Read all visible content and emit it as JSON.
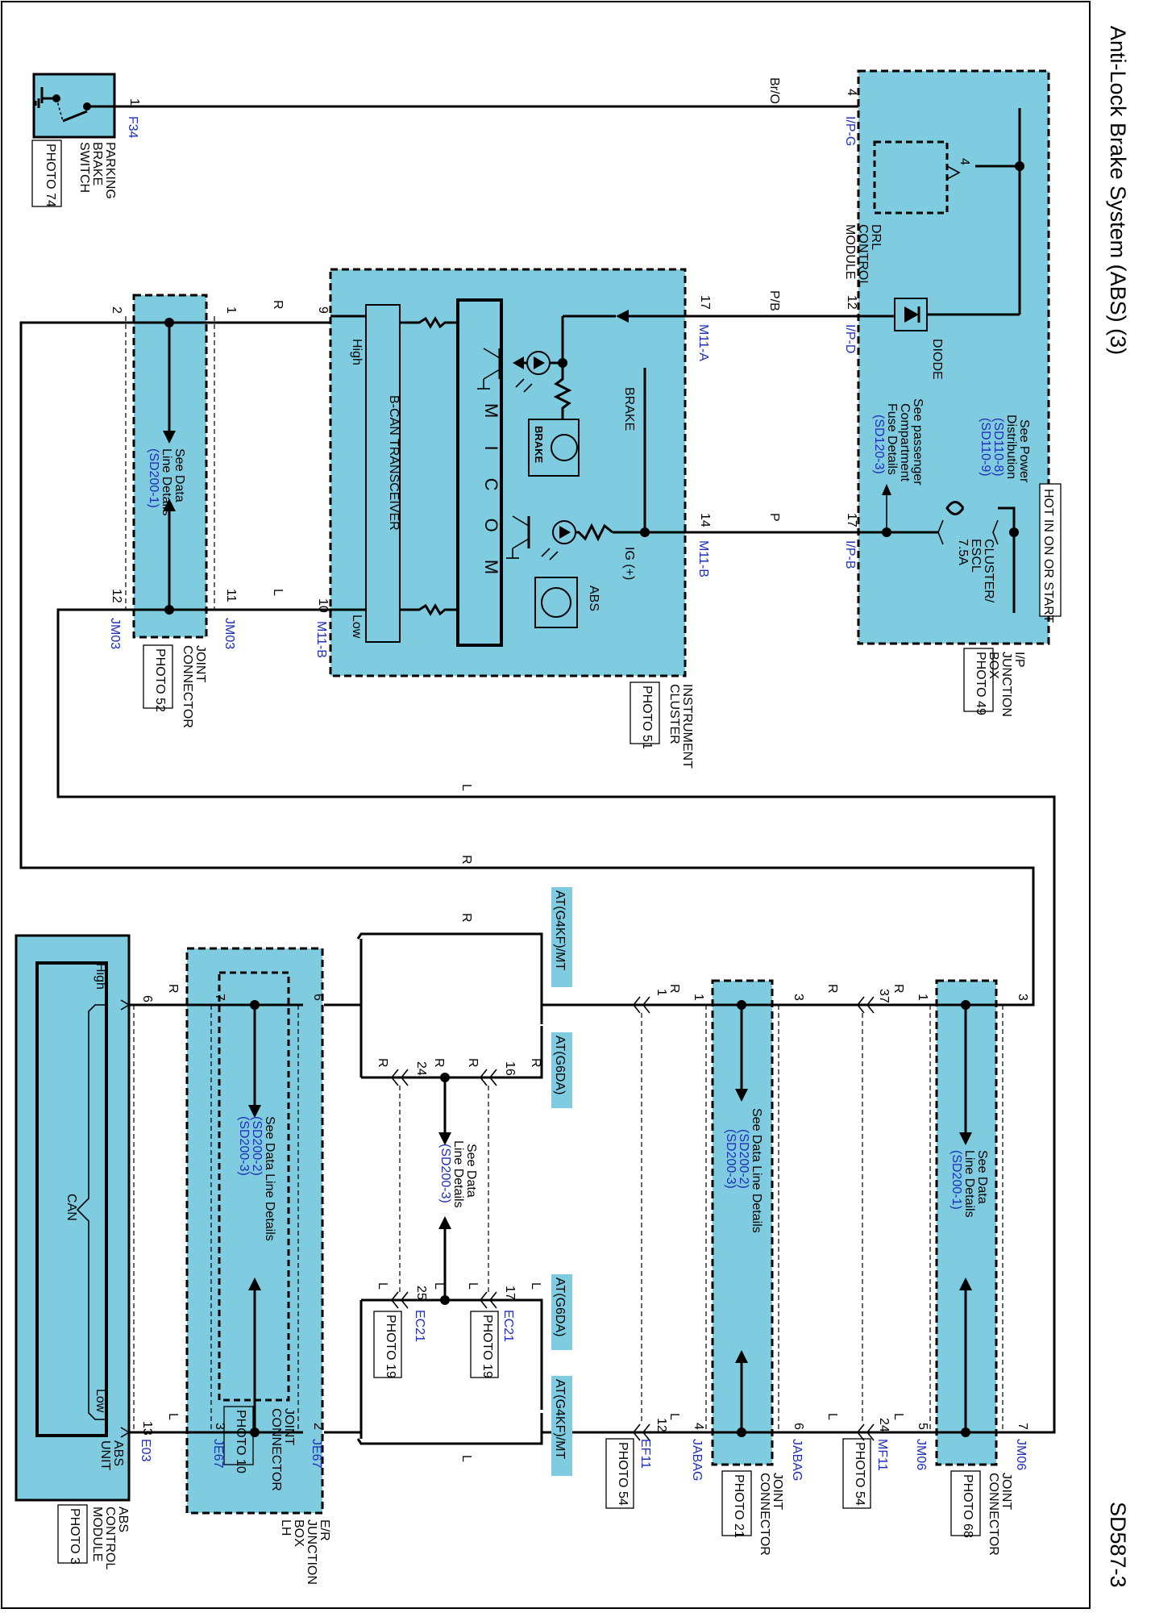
{
  "header": {
    "title": "Anti-Lock Brake System (ABS) (3)",
    "page_code": "SD587-3"
  },
  "components": {
    "parking_brake_switch": {
      "label_lines": [
        "PARKING",
        "BRAKE",
        "SWITCH"
      ],
      "photo": "PHOTO 74",
      "pin": "1",
      "connector": "F34"
    },
    "ip_junction_box": {
      "label_lines": [
        "I/P",
        "JUNCTION",
        "BOX"
      ],
      "photo": "PHOTO 49",
      "hot_label": "HOT IN ON OR START",
      "fuse_label_lines": [
        "CLUSTER/",
        "ESCL",
        "7.5A"
      ],
      "power_dist_lines": [
        "See Power",
        "Distribution"
      ],
      "power_dist_links": [
        "(SD110-8)",
        "(SD110-9)"
      ],
      "fuse_details_lines": [
        "See passenger",
        "Compartment",
        "Fuse Details"
      ],
      "fuse_details_link": "(SD120-3)",
      "diode_label": "DIODE",
      "drl_label_lines": [
        "DRL",
        "CONTROL",
        "MODULE"
      ],
      "drl_pin": "4",
      "pins": [
        {
          "pin": "4",
          "connector": "I/P-G"
        },
        {
          "pin": "12",
          "connector": "I/P-D"
        },
        {
          "pin": "17",
          "connector": "I/P-B"
        }
      ]
    },
    "instrument_cluster": {
      "label_lines": [
        "INSTRUMENT",
        "CLUSTER"
      ],
      "photo": "PHOTO 51",
      "brake_label": "BRAKE",
      "brake_icon_label": "BRAKE",
      "abs_label": "ABS",
      "ig_label": "IG (+)",
      "micom_label": "M I C O M",
      "transceiver_label": "B-CAN TRANSCEIVER",
      "high_label": "High",
      "low_label": "Low",
      "pins": [
        {
          "pin": "17",
          "connector": "M11-A"
        },
        {
          "pin": "14",
          "connector": "M11-B"
        },
        {
          "pin": "9",
          "connector": ""
        },
        {
          "pin": "10",
          "connector": "M11-B"
        }
      ]
    },
    "joint_connector_jm03": {
      "label_lines": [
        "JOINT",
        "CONNECTOR"
      ],
      "photo": "PHOTO 52",
      "see_lines": [
        "See Data",
        "Line Details"
      ],
      "see_link": "(SD200-1)",
      "pins": [
        {
          "pin": "2",
          "connector": ""
        },
        {
          "pin": "1",
          "connector": ""
        },
        {
          "pin": "12",
          "connector": "JM03"
        },
        {
          "pin": "11",
          "connector": "JM03"
        }
      ]
    },
    "joint_connector_jm06": {
      "label_lines": [
        "JOINT",
        "CONNECTOR"
      ],
      "photo": "PHOTO 68",
      "see_lines": [
        "See Data",
        "Line Details"
      ],
      "see_link": "(SD200-1)",
      "pins": [
        {
          "pin": "3",
          "connector": ""
        },
        {
          "pin": "1",
          "connector": ""
        },
        {
          "pin": "7",
          "connector": "JM06"
        },
        {
          "pin": "5",
          "connector": "JM06"
        }
      ]
    },
    "mf11": {
      "photo": "PHOTO 54",
      "pins": [
        {
          "pin": "37",
          "connector": ""
        },
        {
          "pin": "24",
          "connector": "MF11"
        }
      ]
    },
    "joint_connector_jabag": {
      "label_lines": [
        "JOINT",
        "CONNECTOR"
      ],
      "photo": "PHOTO 21",
      "see_lines": [
        "See Data Line Details"
      ],
      "see_links": [
        "(SD200-2)",
        "(SD200-3)"
      ],
      "pins": [
        {
          "pin": "3",
          "connector": ""
        },
        {
          "pin": "1",
          "connector": ""
        },
        {
          "pin": "6",
          "connector": "JABAG"
        },
        {
          "pin": "4",
          "connector": "JABAG"
        }
      ]
    },
    "ef11": {
      "photo": "PHOTO 54",
      "pins": [
        {
          "pin": "1",
          "connector": ""
        },
        {
          "pin": "12",
          "connector": "EF11"
        }
      ]
    },
    "ec21_block": {
      "see_lines": [
        "See Data",
        "Line Details"
      ],
      "see_link": "(SD200-3)",
      "pins_r": [
        {
          "pin": "16",
          "connector": ""
        },
        {
          "pin": "24",
          "connector": ""
        }
      ],
      "pins_l": [
        {
          "pin": "17",
          "connector": "EC21",
          "photo": "PHOTO 19"
        },
        {
          "pin": "25",
          "connector": "EC21",
          "photo": "PHOTO 19"
        }
      ]
    },
    "variant_tags": [
      "AT(G4KF)/MT",
      "AT(G6DA)",
      "AT(G6DA)",
      "AT(G4KF)/MT"
    ],
    "er_junction_box": {
      "label_lines": [
        "E/R",
        "JUNCTION",
        "BOX",
        "LH"
      ],
      "joint_label_lines": [
        "JOINT",
        "CONNECTOR"
      ],
      "photo": "PHOTO 10",
      "see_lines": [
        "See Data Line Details"
      ],
      "see_links": [
        "(SD200-2)",
        "(SD200-3)"
      ],
      "pins": [
        {
          "pin": "6",
          "connector": ""
        },
        {
          "pin": "7",
          "connector": ""
        },
        {
          "pin": "2",
          "connector": "JE67"
        },
        {
          "pin": "3",
          "connector": "JE67"
        }
      ]
    },
    "abs_control_module": {
      "label_lines": [
        "ABS",
        "CONTROL",
        "MODULE"
      ],
      "photo": "PHOTO 3",
      "unit_label_lines": [
        "ABS",
        "UNIT"
      ],
      "can_label": "CAN",
      "high_label": "High",
      "low_label": "Low",
      "pins": [
        {
          "pin": "6",
          "connector": ""
        },
        {
          "pin": "13",
          "connector": "E03"
        }
      ]
    }
  },
  "wire_colors": {
    "brake_switch": "Br/O",
    "brake_lamp": "P/B",
    "ig_feed": "P",
    "can_high": "R",
    "can_low": "L"
  },
  "colors": {
    "module_fill": "#7fcbe0",
    "link_text": "#1d2fb4",
    "wire": "#000000"
  }
}
